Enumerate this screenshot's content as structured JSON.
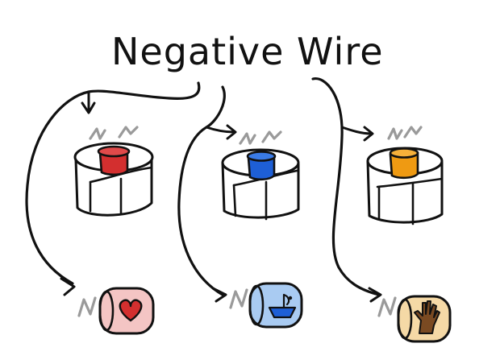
{
  "title": "Negative Wire",
  "colors": {
    "ink": "#111111",
    "wire_gray": "#9a9a9a",
    "red": "#d32f2f",
    "blue": "#1e5fd6",
    "orange": "#ef9a12",
    "pink_fill": "#f4c5c4",
    "light_blue_fill": "#a9cbf2",
    "tan_fill": "#f5d9a6"
  },
  "terminals": [
    {
      "color_name": "red",
      "end_icon": "heart-icon"
    },
    {
      "color_name": "blue",
      "end_icon": "boat-icon"
    },
    {
      "color_name": "orange",
      "end_icon": "hand-icon"
    }
  ]
}
